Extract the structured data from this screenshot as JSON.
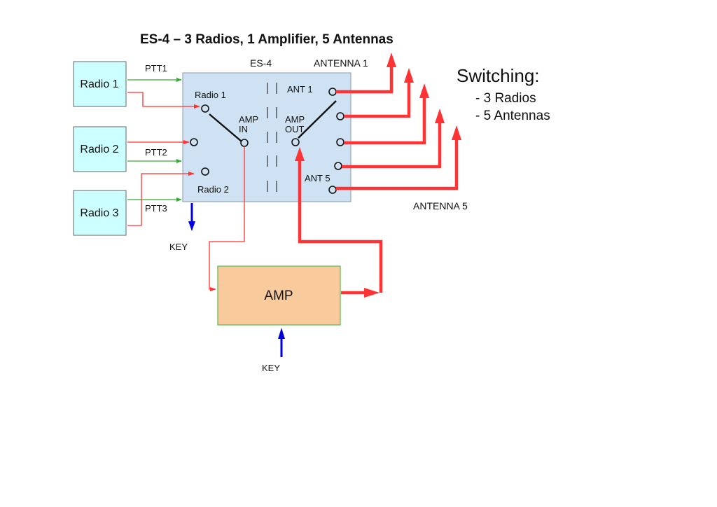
{
  "title": "ES-4 – 3 Radios, 1 Amplifier, 5 Antennas",
  "switch_box": {
    "label": "ES-4",
    "port_labels": {
      "radio1": "Radio 1",
      "radio2": "Radio 2",
      "amp_in_line1": "AMP",
      "amp_in_line2": "IN",
      "amp_out_line1": "AMP",
      "amp_out_line2": "OUT",
      "ant1": "ANT 1",
      "ant5": "ANT 5"
    }
  },
  "radios": [
    {
      "label": "Radio 1",
      "ptt": "PTT1"
    },
    {
      "label": "Radio 2",
      "ptt": "PTT2"
    },
    {
      "label": "Radio 3",
      "ptt": "PTT3"
    }
  ],
  "amp": {
    "label": "AMP"
  },
  "key_labels": {
    "es4_key": "KEY",
    "amp_key": "KEY"
  },
  "antenna_labels": {
    "first": "ANTENNA 1",
    "last": "ANTENNA 5"
  },
  "switching_note": {
    "heading": "Switching:",
    "items": [
      "- 3 Radios",
      "- 5 Antennas"
    ]
  },
  "colors": {
    "radio_fill": "#ccffff",
    "es4_fill": "#cfe2f3",
    "amp_fill": "#f9cb9c",
    "rf_line": "#ff3333",
    "ptt_line": "#33aa33",
    "key_arrow": "#0000dd"
  }
}
